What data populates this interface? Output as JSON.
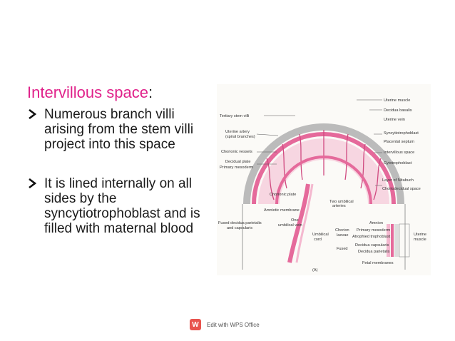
{
  "slide": {
    "title": "Intervillous space",
    "title_punct": ":",
    "bullets": [
      "Numerous branch villi arising from the stem villi project into this space",
      "It is lined internally on all sides by the syncytiotrophoblast and is filled with maternal blood"
    ]
  },
  "figure": {
    "labels_left": [
      "Tertiary stem villi",
      "Uterine artery",
      "(spiral branches)",
      "Chorionic vessels",
      "Decidual plate",
      "Primary mesoderm",
      "Fused decidua parietalis",
      "and capsularis"
    ],
    "labels_right": [
      "Uterine muscle",
      "Decidua basalis",
      "Uterine vein",
      "Syncytiotrophoblast",
      "Placental septum",
      "Intervillous space",
      "Cytotrophoblast",
      "Layer of Nitabuch",
      "Choriodecidual space"
    ],
    "labels_inner": [
      "Chorionic plate",
      "Amniotic membrane",
      "Two umbilical",
      "arteries",
      "One",
      "umbilical vein",
      "Umbilical",
      "cord"
    ],
    "labels_bottom": [
      "Amnion",
      "Chorion",
      "laevae",
      "Fused",
      "Primary mesoderm",
      "Atrophied trophoblast",
      "Decidua capsularis",
      "Decidua parietalis",
      "Uterine",
      "muscle",
      "Fetal membranes"
    ],
    "panel_label": "(A)",
    "colors": {
      "pink": "#e56a9b",
      "light_pink": "#f4b8cf",
      "line": "#555555"
    }
  },
  "footer": {
    "logo": "W",
    "text": "Edit with WPS Office",
    "logo_color": "#e8544e"
  }
}
